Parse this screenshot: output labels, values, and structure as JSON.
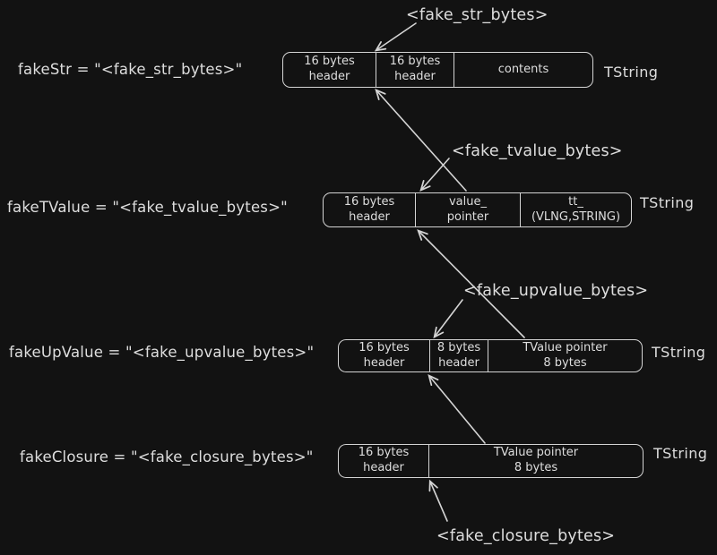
{
  "colors": {
    "background": "#121212",
    "stroke": "#d4d4d4",
    "text": "#dedede"
  },
  "diagram": {
    "rows": [
      {
        "id": "fakeStr",
        "assignment": "fakeStr = \"<fake_str_bytes>\"",
        "type_label": "TString",
        "cells": [
          {
            "line1": "16 bytes",
            "line2": "header"
          },
          {
            "line1": "16 bytes",
            "line2": "header"
          },
          {
            "line1": "contents",
            "line2": ""
          }
        ]
      },
      {
        "id": "fakeTValue",
        "assignment": "fakeTValue = \"<fake_tvalue_bytes>\"",
        "type_label": "TString",
        "cells": [
          {
            "line1": "16 bytes",
            "line2": "header"
          },
          {
            "line1": "value_",
            "line2": "pointer"
          },
          {
            "line1": "tt_",
            "line2": "(VLNG,STRING)"
          }
        ]
      },
      {
        "id": "fakeUpValue",
        "assignment": "fakeUpValue = \"<fake_upvalue_bytes>\"",
        "type_label": "TString",
        "cells": [
          {
            "line1": "16 bytes",
            "line2": "header"
          },
          {
            "line1": "8 bytes",
            "line2": "header"
          },
          {
            "line1": "TValue pointer",
            "line2": "8 bytes"
          }
        ]
      },
      {
        "id": "fakeClosure",
        "assignment": "fakeClosure = \"<fake_closure_bytes>\"",
        "type_label": "TString",
        "cells": [
          {
            "line1": "16 bytes",
            "line2": "header"
          },
          {
            "line1": "TValue pointer",
            "line2": "8 bytes"
          }
        ]
      }
    ],
    "pointer_labels": {
      "str": "<fake_str_bytes>",
      "tvalue": "<fake_tvalue_bytes>",
      "upvalue": "<fake_upvalue_bytes>",
      "closure": "<fake_closure_bytes>"
    }
  }
}
